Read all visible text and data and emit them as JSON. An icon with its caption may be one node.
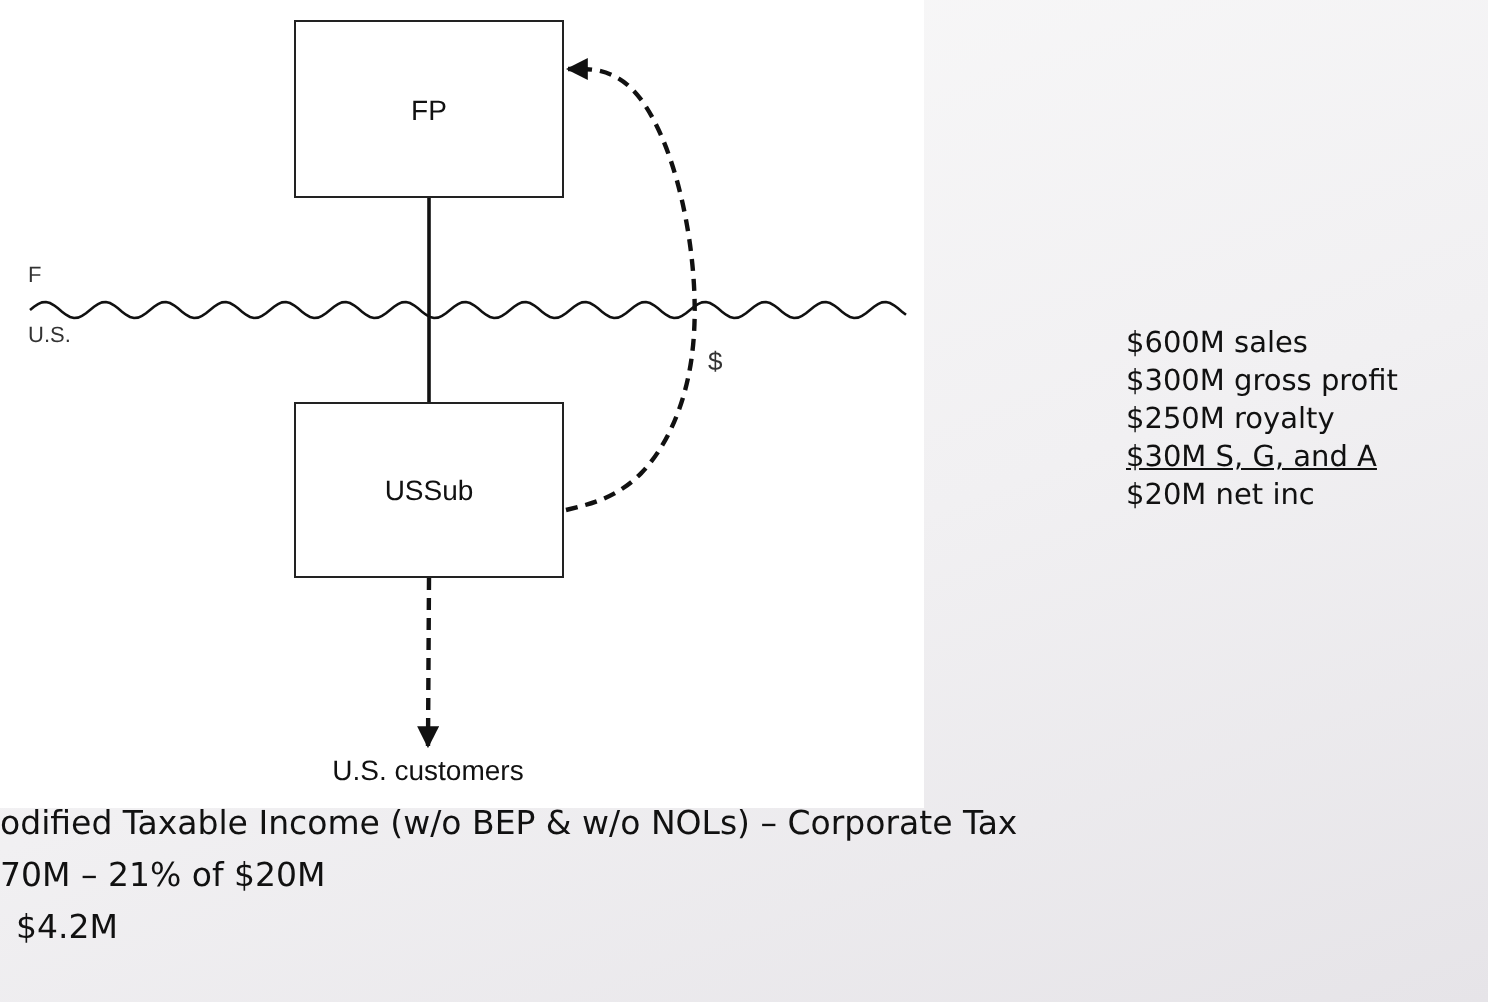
{
  "diagram": {
    "nodes": [
      {
        "text": [
          "FP"
        ]
      },
      {
        "text": [
          "USSub"
        ]
      },
      {
        "text": [
          "U.S. customers"
        ]
      }
    ],
    "edges": [
      {
        "from": 0,
        "to": 1,
        "arrow": "none"
      },
      {
        "from": 1,
        "to": 0,
        "arrow": "to",
        "label": "$",
        "style": "dashed"
      },
      {
        "from": 1,
        "to": 2,
        "arrow": "to",
        "style": "dashed"
      }
    ],
    "labels": [
      "F",
      "U.S.",
      "$600M sales",
      "$300M gross profit",
      "$250M royalty",
      "$30M S, G, and A",
      "$20M net inc",
      "odified Taxable Income (w/o BEP & w/o NOLs) – Corporate Tax",
      "70M – 21% of $20M",
      "$4.2M"
    ]
  }
}
